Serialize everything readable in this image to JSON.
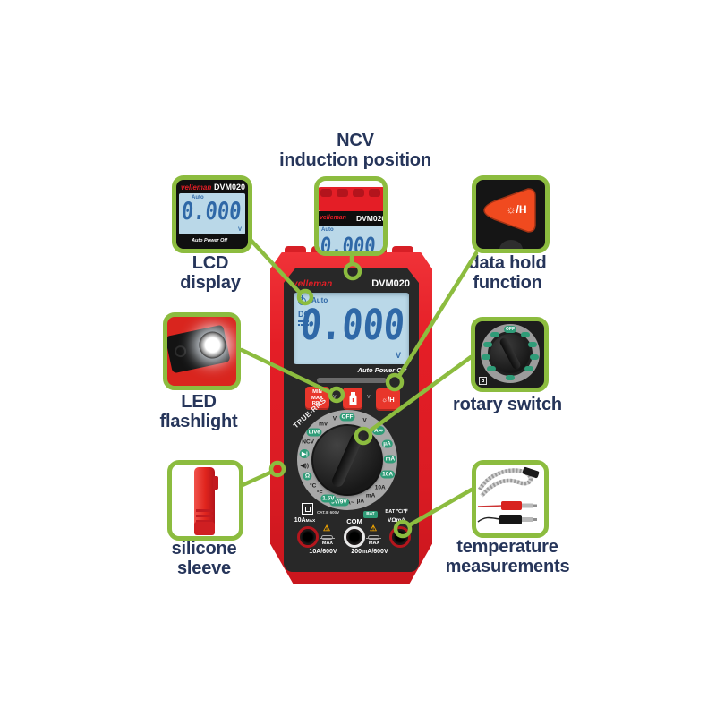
{
  "title": {
    "line1": "NCV",
    "line2": "induction position"
  },
  "callouts": {
    "lcd": {
      "line1": "LCD",
      "line2": "display"
    },
    "data_hold": {
      "line1": "data hold",
      "line2": "function"
    },
    "led": {
      "line1": "LED",
      "line2": "flashlight"
    },
    "rotary": {
      "label": "rotary switch",
      "off": "OFF",
      "segments": [
        {
          "angle": 38
        },
        {
          "angle": 68
        },
        {
          "angle": 98
        },
        {
          "angle": 128
        },
        {
          "angle": 180
        },
        {
          "angle": 232
        },
        {
          "angle": 262
        },
        {
          "angle": 292
        },
        {
          "angle": 322
        }
      ]
    },
    "sleeve": {
      "line1": "silicone",
      "line2": "sleeve"
    },
    "temperature": {
      "line1": "temperature",
      "line2": "measurements"
    }
  },
  "meter": {
    "brand": "velleman",
    "model": "DVM020",
    "display": {
      "mode": "Auto",
      "dc": "DC",
      "value": "0.000",
      "unit": "V",
      "auto_power_off": "Auto Power Off"
    },
    "buttons": {
      "min": "MIN",
      "max": "MAX",
      "rel": "REL",
      "hold": "☼/H"
    },
    "true_rms": "TRUE-RMS",
    "dial": {
      "labels": [
        {
          "text": "OFF",
          "angle": 0,
          "green": true
        },
        {
          "text": "V",
          "angle": 24,
          "green": false
        },
        {
          "text": "A≂",
          "angle": 47,
          "green": true
        },
        {
          "text": "µA",
          "angle": 68,
          "green": true
        },
        {
          "text": "mA",
          "angle": 89,
          "green": true
        },
        {
          "text": "10A",
          "angle": 110,
          "green": true
        },
        {
          "text": "10A",
          "angle": 130,
          "green": false
        },
        {
          "text": "mA",
          "angle": 147,
          "green": false
        },
        {
          "text": "µA",
          "angle": 162,
          "green": false
        },
        {
          "text": "A~",
          "angle": 176,
          "green": false
        },
        {
          "text": "3V/9V",
          "angle": 191,
          "green": true
        },
        {
          "text": "1.5V",
          "angle": 206,
          "green": true
        },
        {
          "text": "°F",
          "angle": 220,
          "green": false
        },
        {
          "text": "°C",
          "angle": 233,
          "green": false
        },
        {
          "text": "Ω",
          "angle": 248,
          "green": true
        },
        {
          "text": "◀))",
          "angle": 263,
          "green": false
        },
        {
          "text": "▶|",
          "angle": 278,
          "green": true
        },
        {
          "text": "NCV",
          "angle": 294,
          "green": false
        },
        {
          "text": "Live",
          "angle": 310,
          "green": true
        },
        {
          "text": "mV",
          "angle": 326,
          "green": false
        },
        {
          "text": "V",
          "angle": 343,
          "green": false
        }
      ]
    },
    "panel": {
      "cat": "CAT.III 600V",
      "jack_left_a": "10A",
      "jack_left_max": "MAX",
      "jack_com": "COM",
      "bat_badge": "BAT",
      "jack_right_line1": "BAT ℃/℉",
      "jack_right_line2": "VΩmA",
      "warning_icon": "⚠",
      "max_left": "MAX",
      "max_right": "MAX",
      "rating_left": "10A/600V",
      "rating_right": "200mA/600V",
      "side_v_left": "V",
      "side_v_right": "V"
    }
  },
  "colors": {
    "callout_green": "#8cbc3f",
    "label_navy": "#26355a",
    "meter_red": "#e41e26",
    "face_dark": "#282828",
    "lcd_bg": "#bad8e8",
    "lcd_digit_blue": "#2f68a7",
    "button_red": "#e8362b",
    "dial_green": "#2f9c78",
    "ring_gray": "#a8a8a8",
    "hold_orange": "#f04a1f"
  }
}
